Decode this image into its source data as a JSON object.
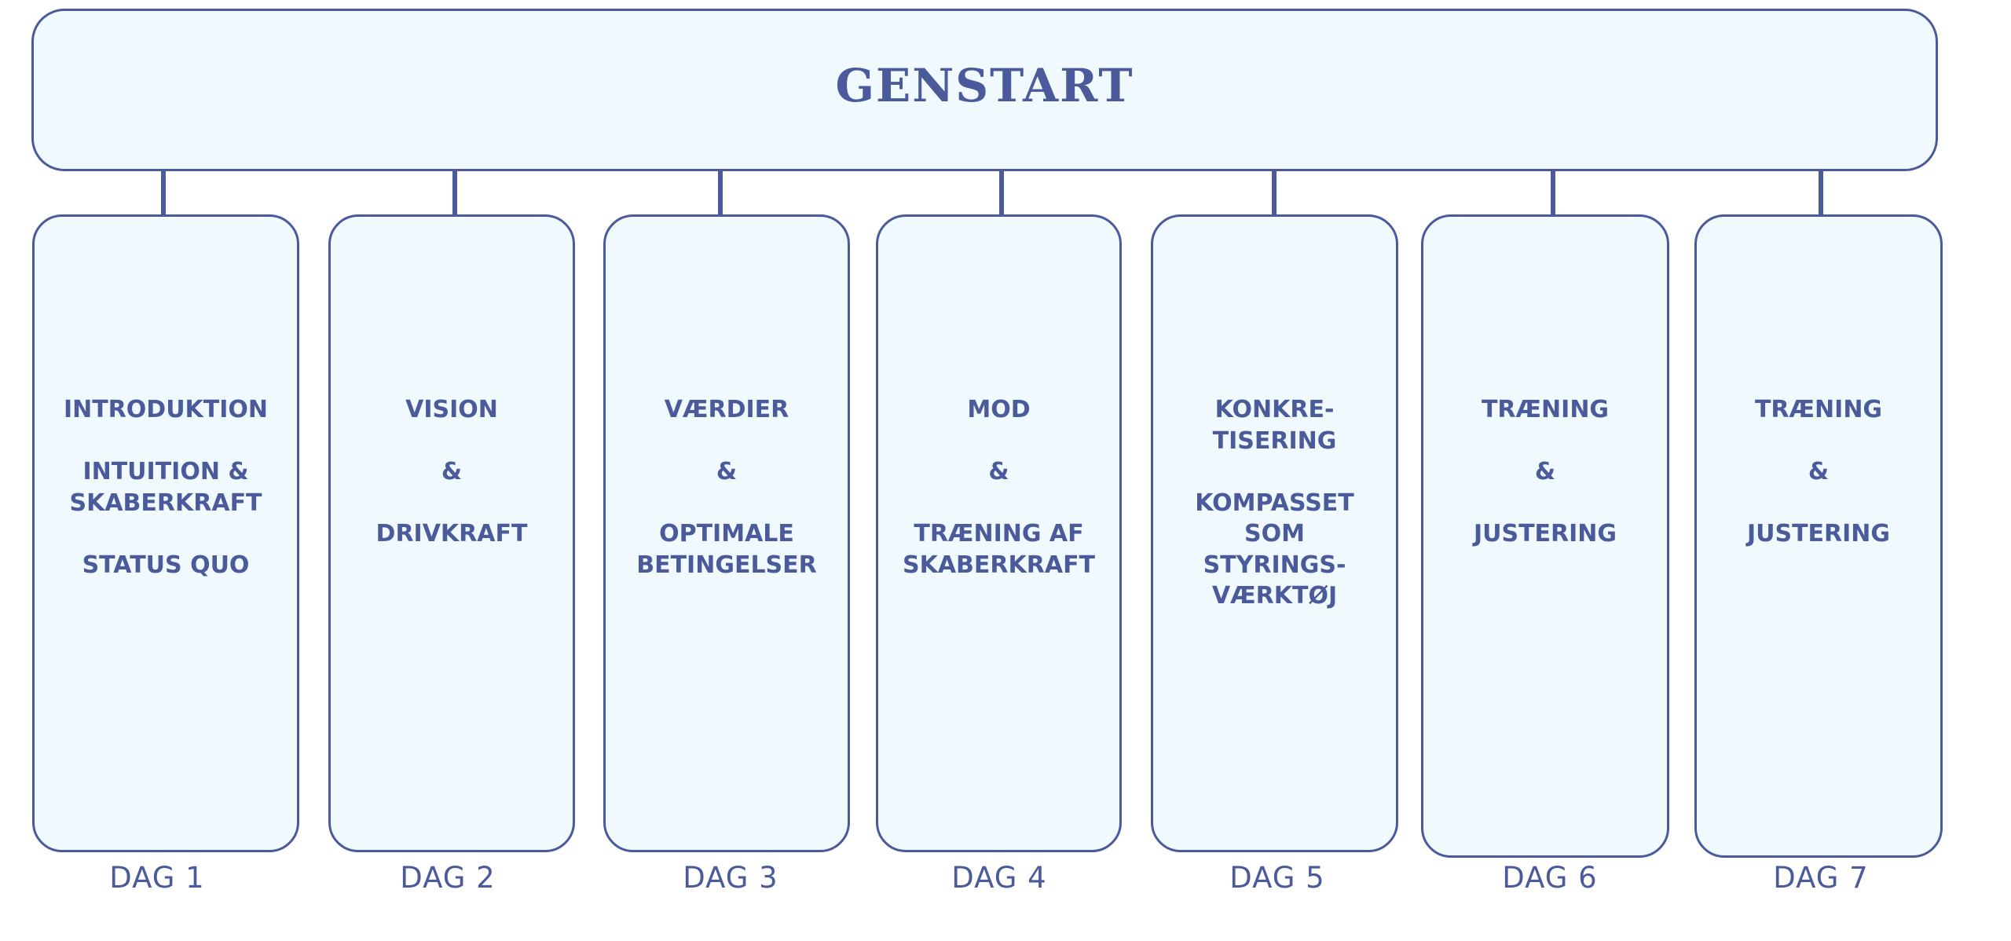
{
  "title": "GENSTART",
  "days": [
    {
      "label": "DAG 1",
      "lines": [
        "INTRODUKTION",
        "",
        "INTUITION &",
        "SKABERKRAFT",
        "",
        "STATUS QUO"
      ]
    },
    {
      "label": "DAG 2",
      "lines": [
        "VISION",
        "",
        "&",
        "",
        "DRIVKRAFT"
      ]
    },
    {
      "label": "DAG 3",
      "lines": [
        "VÆRDIER",
        "",
        "&",
        "",
        "OPTIMALE",
        "BETINGELSER"
      ]
    },
    {
      "label": "DAG 4",
      "lines": [
        "MOD",
        "",
        "&",
        "",
        "TRÆNING AF",
        "SKABERKRAFT"
      ]
    },
    {
      "label": "DAG 5",
      "lines": [
        "KONKRE-",
        "TISERING",
        "",
        "KOMPASSET",
        "SOM",
        "STYRINGS-",
        "VÆRKTØJ"
      ]
    },
    {
      "label": "DAG 6",
      "lines": [
        "TRÆNING",
        "",
        "&",
        "",
        "JUSTERING"
      ]
    },
    {
      "label": "DAG 7",
      "lines": [
        "TRÆNING",
        "",
        "&",
        "",
        "JUSTERING"
      ]
    }
  ]
}
